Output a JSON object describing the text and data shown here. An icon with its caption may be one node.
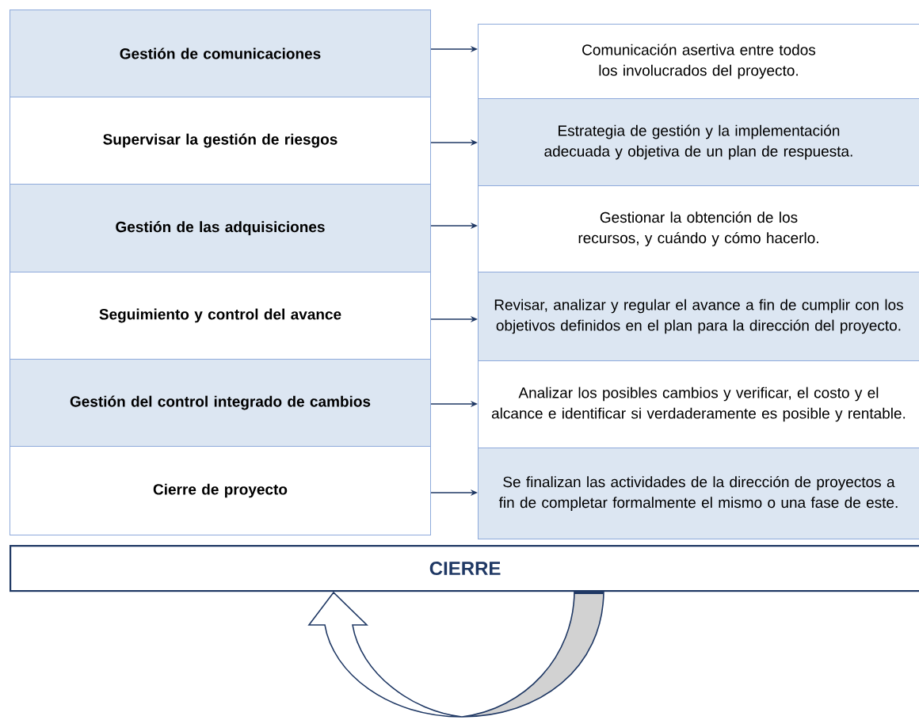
{
  "diagram": {
    "nodes": [
      {
        "text": [
          "Gestión de comunicaciones"
        ]
      },
      {
        "text": [
          "Supervisar la gestión de riesgos"
        ]
      },
      {
        "text": [
          "Gestión de las adquisiciones"
        ]
      },
      {
        "text": [
          "Seguimiento y control del avance"
        ]
      },
      {
        "text": [
          "Gestión del control integrado de cambios"
        ]
      },
      {
        "text": [
          "Cierre de proyecto"
        ]
      },
      {
        "text": [
          "Comunicación asertiva entre todos los involucrados del proyecto."
        ]
      },
      {
        "text": [
          "Estrategia de gestión y la implementación adecuada y objetiva de un plan de respuesta."
        ]
      },
      {
        "text": [
          "Gestionar la obtención de los recursos, y cuándo y cómo hacerlo."
        ]
      },
      {
        "text": [
          "Revisar, analizar y regular el avance a fin de cumplir con los objetivos definidos en el plan para la dirección del proyecto."
        ]
      },
      {
        "text": [
          "Analizar los posibles cambios y verificar, el costo y el alcance e identificar si verdaderamente es posible y rentable."
        ]
      },
      {
        "text": [
          "Se finalizan las actividades de la dirección de proyectos a fin de completar formalmente el mismo o una fase de este."
        ]
      },
      {
        "text": [
          "CIERRE"
        ]
      }
    ],
    "edges": [
      {
        "from": 0,
        "to": 6,
        "arrow": "to"
      },
      {
        "from": 1,
        "to": 7,
        "arrow": "to"
      },
      {
        "from": 2,
        "to": 8,
        "arrow": "to"
      },
      {
        "from": 3,
        "to": 9,
        "arrow": "to"
      },
      {
        "from": 4,
        "to": 10,
        "arrow": "to"
      },
      {
        "from": 5,
        "to": 11,
        "arrow": "to"
      }
    ]
  }
}
